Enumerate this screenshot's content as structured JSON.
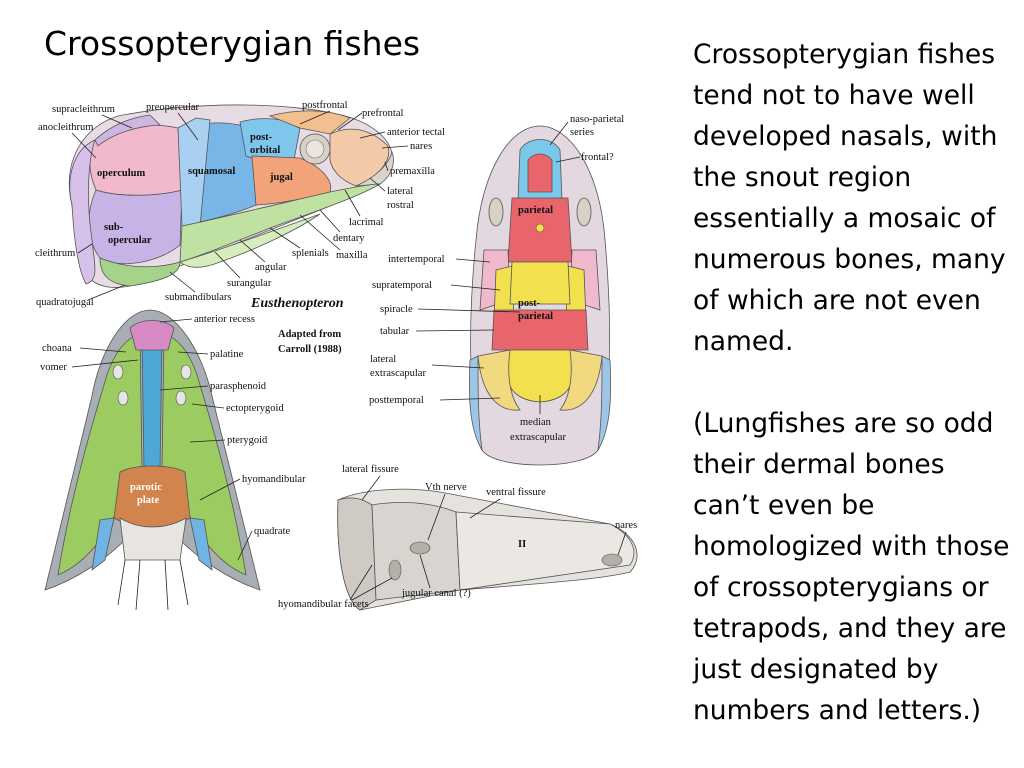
{
  "slide": {
    "title": "Crossopterygian fishes",
    "paragraphs": [
      "Crossopterygian fishes tend not to have well developed nasals, with the snout region essentially a mosaic of numerous bones, many of which are not even named.",
      "(Lungfishes are so odd their dermal bones can’t even be homologized with those of crossopterygians or tetrapods, and they are just designated by numbers and letters.)"
    ]
  },
  "figure": {
    "genus": "Eusthenopteron",
    "credit_line1": "Adapted from",
    "credit_line2": "Carroll (1988)",
    "lateral": {
      "supracleithrum": "supracleithrum",
      "preopercular": "preopercular",
      "postfrontal": "postfrontal",
      "prefrontal": "prefrontal",
      "anocleithrum": "anocleithrum",
      "anterior_tectal": "anterior tectal",
      "nares": "nares",
      "premaxilla": "premaxilla",
      "lateral_rostral_1": "lateral",
      "lateral_rostral_2": "rostral",
      "lacrimal": "lacrimal",
      "dentary": "dentary",
      "maxilla": "maxilla",
      "splenials": "splenials",
      "angular": "angular",
      "surangular": "surangular",
      "submandibulars": "submandibulars",
      "quadratojugal": "quadratojugal",
      "cleithrum": "cleithrum",
      "operculum": "operculum",
      "squamosal": "squamosal",
      "postorbital_1": "post-",
      "postorbital_2": "orbital",
      "jugal": "jugal",
      "subopercular_1": "sub-",
      "subopercular_2": "opercular"
    },
    "dorsal": {
      "naso_parietal_1": "naso-parietal",
      "naso_parietal_2": "series",
      "frontal": "frontal?",
      "parietal": "parietal",
      "intertemporal": "intertemporal",
      "supratemporal": "supratemporal",
      "spiracle": "spiracle",
      "tabular": "tabular",
      "postparietal_1": "post-",
      "postparietal_2": "parietal",
      "lateral_extrascapular_1": "lateral",
      "lateral_extrascapular_2": "extrascapular",
      "posttemporal": "posttemporal",
      "median_extrascapular_1": "median",
      "median_extrascapular_2": "extrascapular"
    },
    "palatal": {
      "anterior_recess": "anterior recess",
      "choana": "choana",
      "vomer": "vomer",
      "palatine": "palatine",
      "parasphenoid": "parasphenoid",
      "ectopterygoid": "ectopterygoid",
      "pterygoid": "pterygoid",
      "hyomandibular": "hyomandibular",
      "parotic_1": "parotic",
      "parotic_2": "plate",
      "quadrate": "quadrate"
    },
    "braincase": {
      "lateral_fissure": "lateral fissure",
      "vth_nerve": "Vth nerve",
      "ventral_fissure": "ventral fissure",
      "nares": "nares",
      "roman_two": "II",
      "jugular_canal": "jugular canal (?)",
      "hyomandibular_facets": "hyomandibular facets"
    }
  },
  "colors": {
    "operculum": "#f1b9cc",
    "squamosal": "#78b6e8",
    "postorbital": "#7fc6ec",
    "jugal": "#f2a37a",
    "subopercular": "#c7b3e6",
    "cleithrum": "#d7c0ea",
    "lower_jaw": "#bfe2a3",
    "parietal": "#e8656c",
    "postparietal": "#f3e04f",
    "snout": "#7cc8ea",
    "palate_green": "#9ccc61",
    "parasphenoid": "#4ea7d6",
    "parotic": "#d2844d"
  }
}
